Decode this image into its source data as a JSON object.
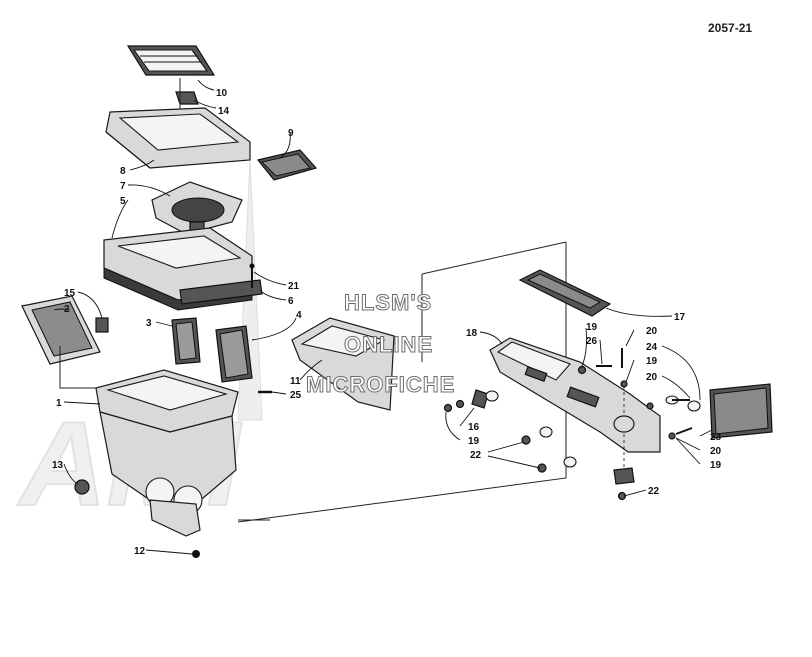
{
  "diagram": {
    "corner_code": "2057-21",
    "watermark": {
      "line1": "HLSM'S",
      "line2": "ONLINE",
      "line3": "MICROFICHE",
      "logo": "AMI"
    },
    "callouts": [
      {
        "id": "10",
        "text": "10"
      },
      {
        "id": "14",
        "text": "14"
      },
      {
        "id": "9",
        "text": "9"
      },
      {
        "id": "8",
        "text": "8"
      },
      {
        "id": "7",
        "text": "7"
      },
      {
        "id": "5",
        "text": "5"
      },
      {
        "id": "21",
        "text": "21"
      },
      {
        "id": "6",
        "text": "6"
      },
      {
        "id": "15",
        "text": "15"
      },
      {
        "id": "2",
        "text": "2"
      },
      {
        "id": "3",
        "text": "3"
      },
      {
        "id": "4",
        "text": "4"
      },
      {
        "id": "11",
        "text": "11"
      },
      {
        "id": "25",
        "text": "25"
      },
      {
        "id": "1",
        "text": "1"
      },
      {
        "id": "13",
        "text": "13"
      },
      {
        "id": "12",
        "text": "12"
      },
      {
        "id": "17",
        "text": "17"
      },
      {
        "id": "18",
        "text": "18"
      },
      {
        "id": "19a",
        "text": "19"
      },
      {
        "id": "26",
        "text": "26"
      },
      {
        "id": "20a",
        "text": "20"
      },
      {
        "id": "19b",
        "text": "19"
      },
      {
        "id": "24",
        "text": "24"
      },
      {
        "id": "20b",
        "text": "20"
      },
      {
        "id": "16",
        "text": "16"
      },
      {
        "id": "19c",
        "text": "19"
      },
      {
        "id": "22a",
        "text": "22"
      },
      {
        "id": "23",
        "text": "23"
      },
      {
        "id": "20c",
        "text": "20"
      },
      {
        "id": "19d",
        "text": "19"
      },
      {
        "id": "22b",
        "text": "22"
      }
    ]
  }
}
